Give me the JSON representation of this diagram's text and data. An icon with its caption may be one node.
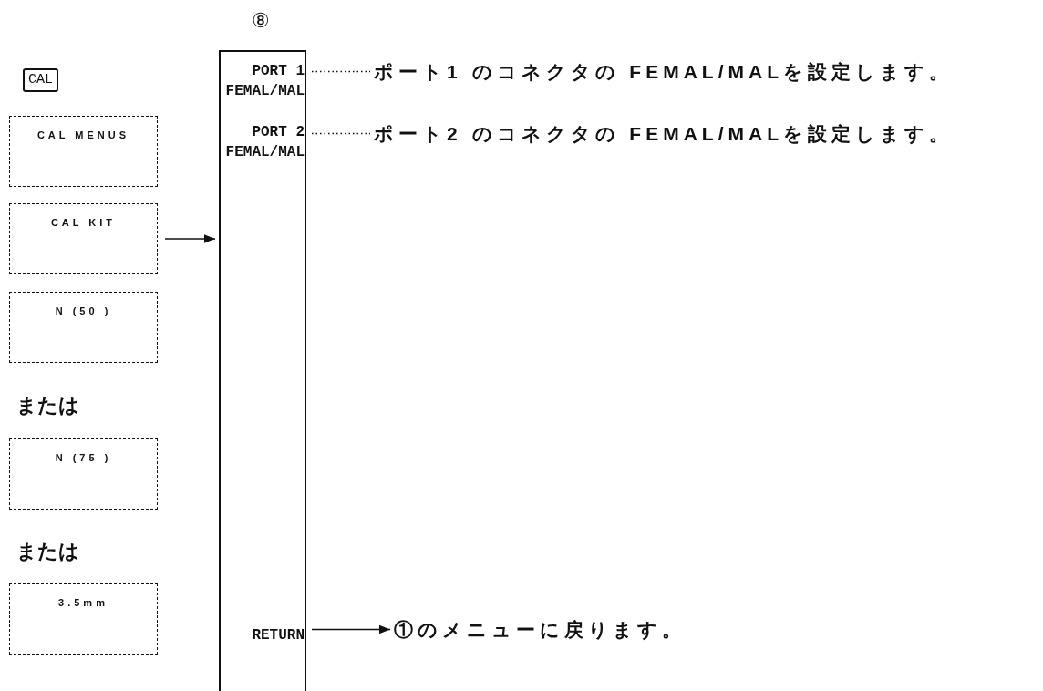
{
  "diagram": {
    "nodes": [
      {
        "text": [
          "CAL"
        ]
      },
      {
        "text": [
          "CAL MENUS"
        ]
      },
      {
        "text": [
          "CAL KIT"
        ]
      },
      {
        "text": [
          "N (50 )"
        ]
      },
      {
        "text": [
          "N (75 )"
        ]
      },
      {
        "text": [
          "3.5mm"
        ]
      },
      {
        "text": [
          "⑧"
        ]
      },
      {
        "text": [
          "PORT 1 FEMAL/MAL"
        ],
        "in": 6
      },
      {
        "text": [
          "PORT 2 FEMAL/MAL"
        ],
        "in": 6
      },
      {
        "text": [
          "RETURN"
        ],
        "in": 6
      },
      {
        "text": [
          "ポート1 のコネクタの FEMAL/MALを設定します。"
        ]
      },
      {
        "text": [
          "ポート2 のコネクタの FEMAL/MALを設定します。"
        ]
      },
      {
        "text": [
          "①のメニューに戻ります。"
        ]
      }
    ],
    "edges": [
      {
        "from": 2,
        "to": 6,
        "arrow": "to"
      },
      {
        "from": 7,
        "to": 10,
        "arrow": "none",
        "style": "dashed"
      },
      {
        "from": 8,
        "to": 11,
        "arrow": "none",
        "style": "dashed"
      },
      {
        "from": 9,
        "to": 12,
        "arrow": "to"
      }
    ],
    "labels": [
      "または",
      "または"
    ]
  }
}
